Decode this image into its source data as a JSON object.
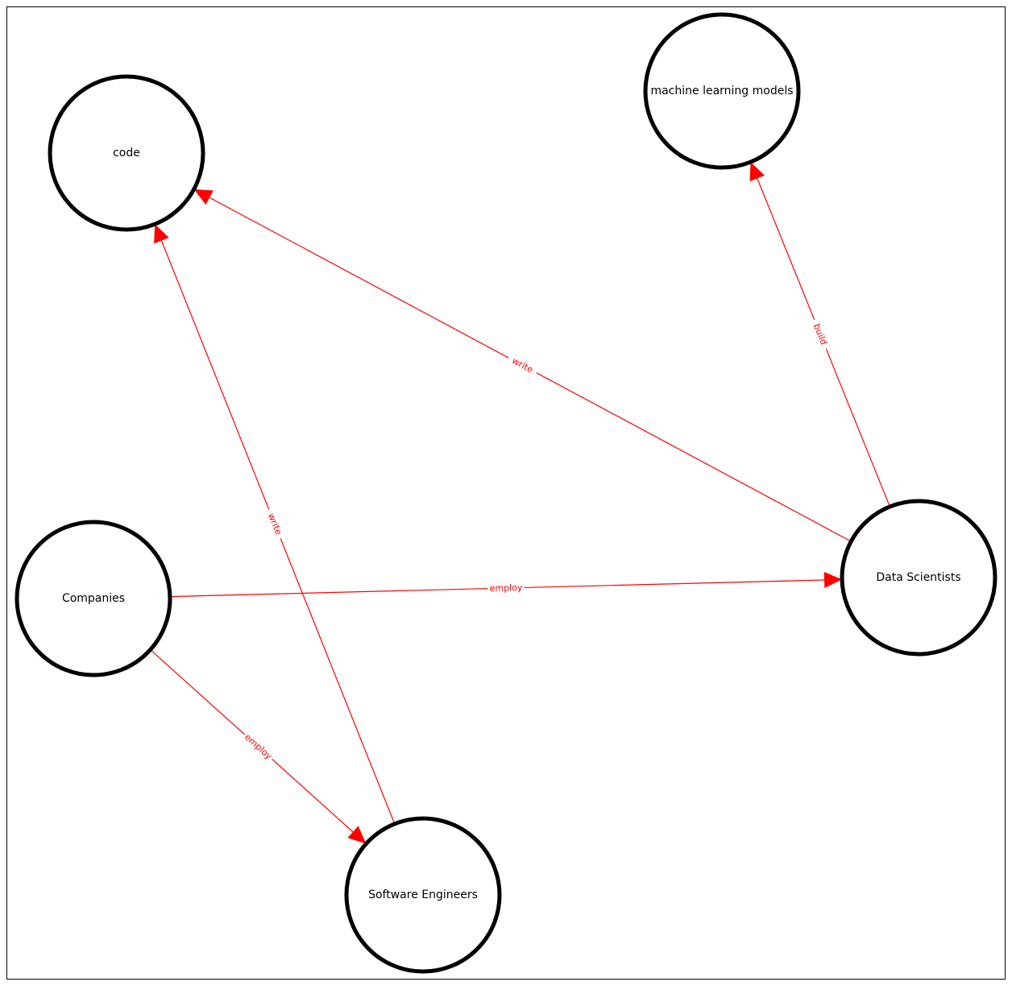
{
  "graph": {
    "node_stroke": "#000000",
    "node_fill": "#ffffff",
    "edge_color": "#ff0000",
    "nodes": [
      {
        "id": "code",
        "label": "code"
      },
      {
        "id": "ml",
        "label": "machine learning models"
      },
      {
        "id": "companies",
        "label": "Companies"
      },
      {
        "id": "ds",
        "label": "Data Scientists"
      },
      {
        "id": "se",
        "label": "Software Engineers"
      }
    ],
    "edges": [
      {
        "from": "companies",
        "to": "ds",
        "label": "employ"
      },
      {
        "from": "companies",
        "to": "se",
        "label": "employ"
      },
      {
        "from": "ds",
        "to": "code",
        "label": "write"
      },
      {
        "from": "ds",
        "to": "ml",
        "label": "build"
      },
      {
        "from": "se",
        "to": "code",
        "label": "write"
      }
    ]
  }
}
